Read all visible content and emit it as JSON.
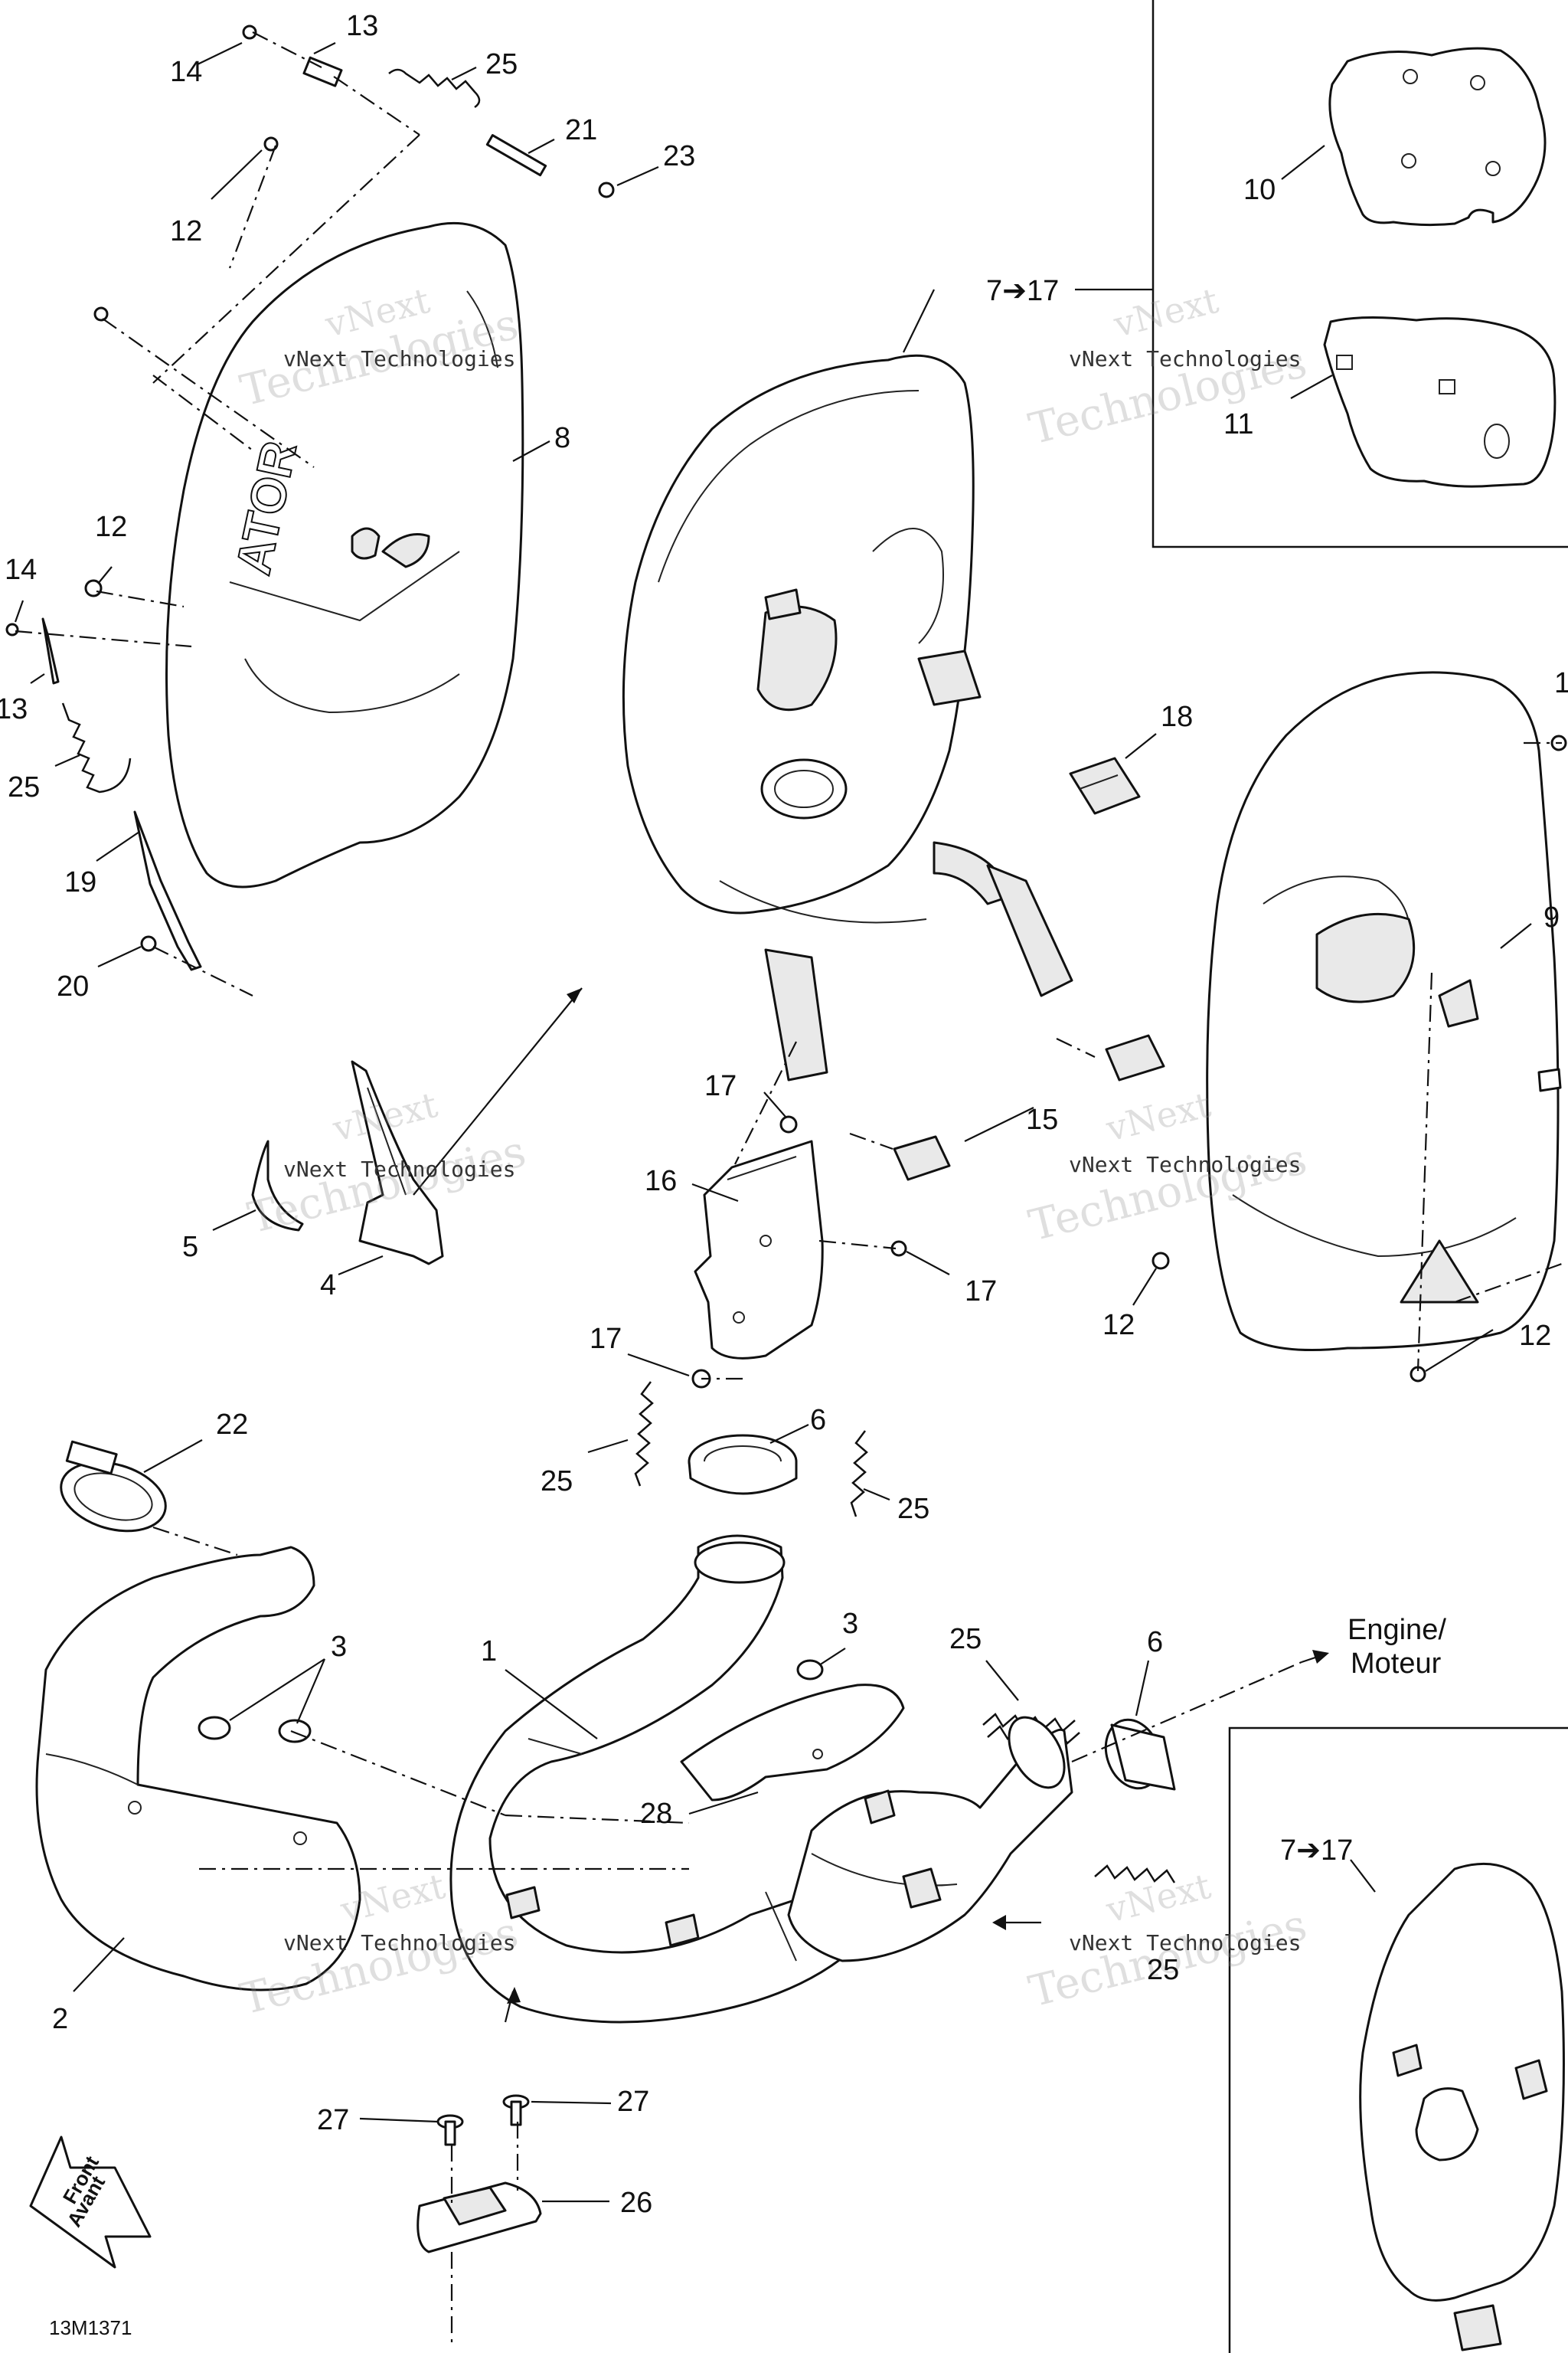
{
  "diagram": {
    "figure_code": "13M1371",
    "direction_note": {
      "line1": "Engine/",
      "line2": "Moteur"
    },
    "front_arrow": {
      "line1": "Front",
      "line2": "Avant"
    },
    "watermark": {
      "line1": "vNext",
      "line2": "Technologies",
      "caption": "vNext Technologies"
    },
    "callouts": [
      {
        "id": "c13a",
        "label": "13"
      },
      {
        "id": "c14a",
        "label": "14"
      },
      {
        "id": "c25a",
        "label": "25"
      },
      {
        "id": "c21",
        "label": "21"
      },
      {
        "id": "c23",
        "label": "23"
      },
      {
        "id": "c12a",
        "label": "12"
      },
      {
        "id": "c10",
        "label": "10"
      },
      {
        "id": "c7a",
        "label": "7➔17"
      },
      {
        "id": "c11",
        "label": "11"
      },
      {
        "id": "c8",
        "label": "8"
      },
      {
        "id": "c12b",
        "label": "12"
      },
      {
        "id": "c14b",
        "label": "14"
      },
      {
        "id": "c13b",
        "label": "13"
      },
      {
        "id": "c25b",
        "label": "25"
      },
      {
        "id": "c19",
        "label": "19"
      },
      {
        "id": "c20",
        "label": "20"
      },
      {
        "id": "c18",
        "label": "18"
      },
      {
        "id": "c1r",
        "label": "1"
      },
      {
        "id": "c9",
        "label": "9"
      },
      {
        "id": "c17a",
        "label": "17"
      },
      {
        "id": "c15",
        "label": "15"
      },
      {
        "id": "c16",
        "label": "16"
      },
      {
        "id": "c17b",
        "label": "17"
      },
      {
        "id": "c5",
        "label": "5"
      },
      {
        "id": "c4",
        "label": "4"
      },
      {
        "id": "c12c",
        "label": "12"
      },
      {
        "id": "c12d",
        "label": "12"
      },
      {
        "id": "c17c",
        "label": "17"
      },
      {
        "id": "c6a",
        "label": "6"
      },
      {
        "id": "c22",
        "label": "22"
      },
      {
        "id": "c25c",
        "label": "25"
      },
      {
        "id": "c25d",
        "label": "25"
      },
      {
        "id": "c3a",
        "label": "3"
      },
      {
        "id": "c1",
        "label": "1"
      },
      {
        "id": "c3b",
        "label": "3"
      },
      {
        "id": "c25e",
        "label": "25"
      },
      {
        "id": "c6b",
        "label": "6"
      },
      {
        "id": "c28",
        "label": "28"
      },
      {
        "id": "c7b",
        "label": "7➔17"
      },
      {
        "id": "c2",
        "label": "2"
      },
      {
        "id": "c25f",
        "label": "25"
      },
      {
        "id": "c27a",
        "label": "27"
      },
      {
        "id": "c27b",
        "label": "27"
      },
      {
        "id": "c26",
        "label": "26"
      }
    ]
  }
}
